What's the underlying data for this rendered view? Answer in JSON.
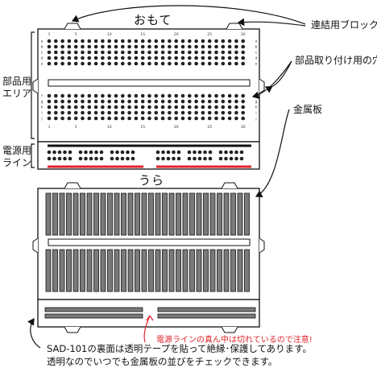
{
  "front": {
    "title": "おもて",
    "col_labels": [
      "1",
      "",
      "",
      "",
      "5",
      "",
      "",
      "",
      "",
      "10",
      "",
      "",
      "",
      "",
      "15",
      "",
      "",
      "",
      "",
      "20",
      "",
      "",
      "",
      "",
      "25",
      "",
      "",
      "",
      "",
      "30"
    ],
    "row_labels_top": [
      "a",
      "b",
      "c",
      "d",
      "e"
    ],
    "row_labels_bottom": [
      "f",
      "g",
      "h",
      "i",
      "j"
    ]
  },
  "back": {
    "title": "うら"
  },
  "labels": {
    "connector_block": "連結用ブロック",
    "mount_holes": "部品取り付け用の穴",
    "metal_plate": "金属板",
    "component_area": [
      "部品用",
      "エリア"
    ],
    "power_line": [
      "電源用",
      "ライン"
    ]
  },
  "warning": "電源ラインの真ん中は切れているので注意!",
  "caption": [
    "SAD-101の裏面は透明テープを貼って絶縁･保護してあります。",
    "透明なのでいつでも金属板の並びをチェックできます。"
  ],
  "colors": {
    "power_red": "#e0232b",
    "metal": "#7a7a7a"
  }
}
